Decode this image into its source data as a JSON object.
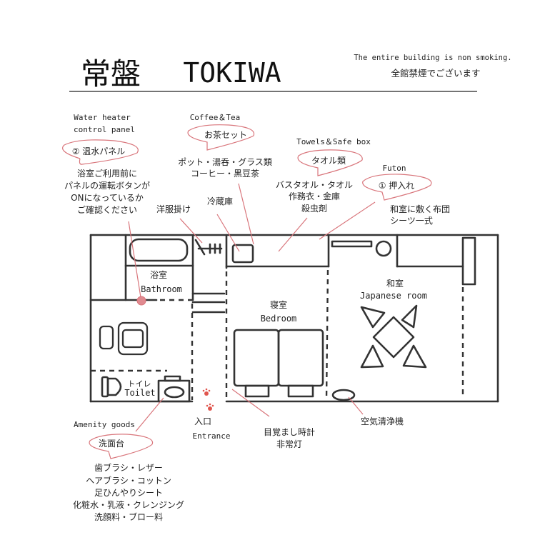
{
  "header": {
    "title_jp": "常盤",
    "title_en": "TOKIWA",
    "notice_en": "The entire building is non smoking.",
    "notice_jp": "全館禁煙でございます"
  },
  "rooms": {
    "bathroom_jp": "浴室",
    "bathroom_en": "Bathroom",
    "bedroom_jp": "寝室",
    "bedroom_en": "Bedroom",
    "japanese_jp": "和室",
    "japanese_en": "Japanese room",
    "toilet_jp": "トイレ",
    "toilet_en": "Toilet",
    "entrance_jp": "入口",
    "entrance_en": "Entrance"
  },
  "callouts": {
    "water_heater": {
      "title_lines": [
        "Water heater",
        "control panel"
      ],
      "label": "② 温水パネル",
      "lines": [
        "浴室ご利用前に",
        "パネルの運転ボタンが",
        "ONになっているか",
        "ご確認ください"
      ]
    },
    "coffee": {
      "title": "Coffee＆Tea",
      "label": "お茶セット",
      "lines": [
        "ポット・湯呑・グラス類",
        "コーヒー・黒豆茶"
      ]
    },
    "towels": {
      "title": "Towels＆Safe box",
      "label": "タオル類",
      "lines": [
        "バスタオル・タオル",
        "作務衣・金庫",
        "殺虫剤"
      ]
    },
    "futon": {
      "title": "Futon",
      "label": "① 押入れ",
      "lines": [
        "和室に敷く布団",
        "シーツ一式"
      ]
    },
    "amenity": {
      "title": "Amenity goods",
      "label": "洗面台",
      "lines": [
        "歯ブラシ・レザー",
        "ヘアブラシ・コットン",
        "足ひんやりシート",
        "化粧水・乳液・クレンジング",
        "洗顔料・ブロー料"
      ]
    }
  },
  "labels": {
    "hanger": "洋服掛け",
    "fridge": "冷蔵庫",
    "alarm_lines": [
      "目覚まし時計",
      "非常灯"
    ],
    "air_purifier": "空気清浄機"
  },
  "colors": {
    "accent": "#d9767c",
    "line": "#333333"
  }
}
